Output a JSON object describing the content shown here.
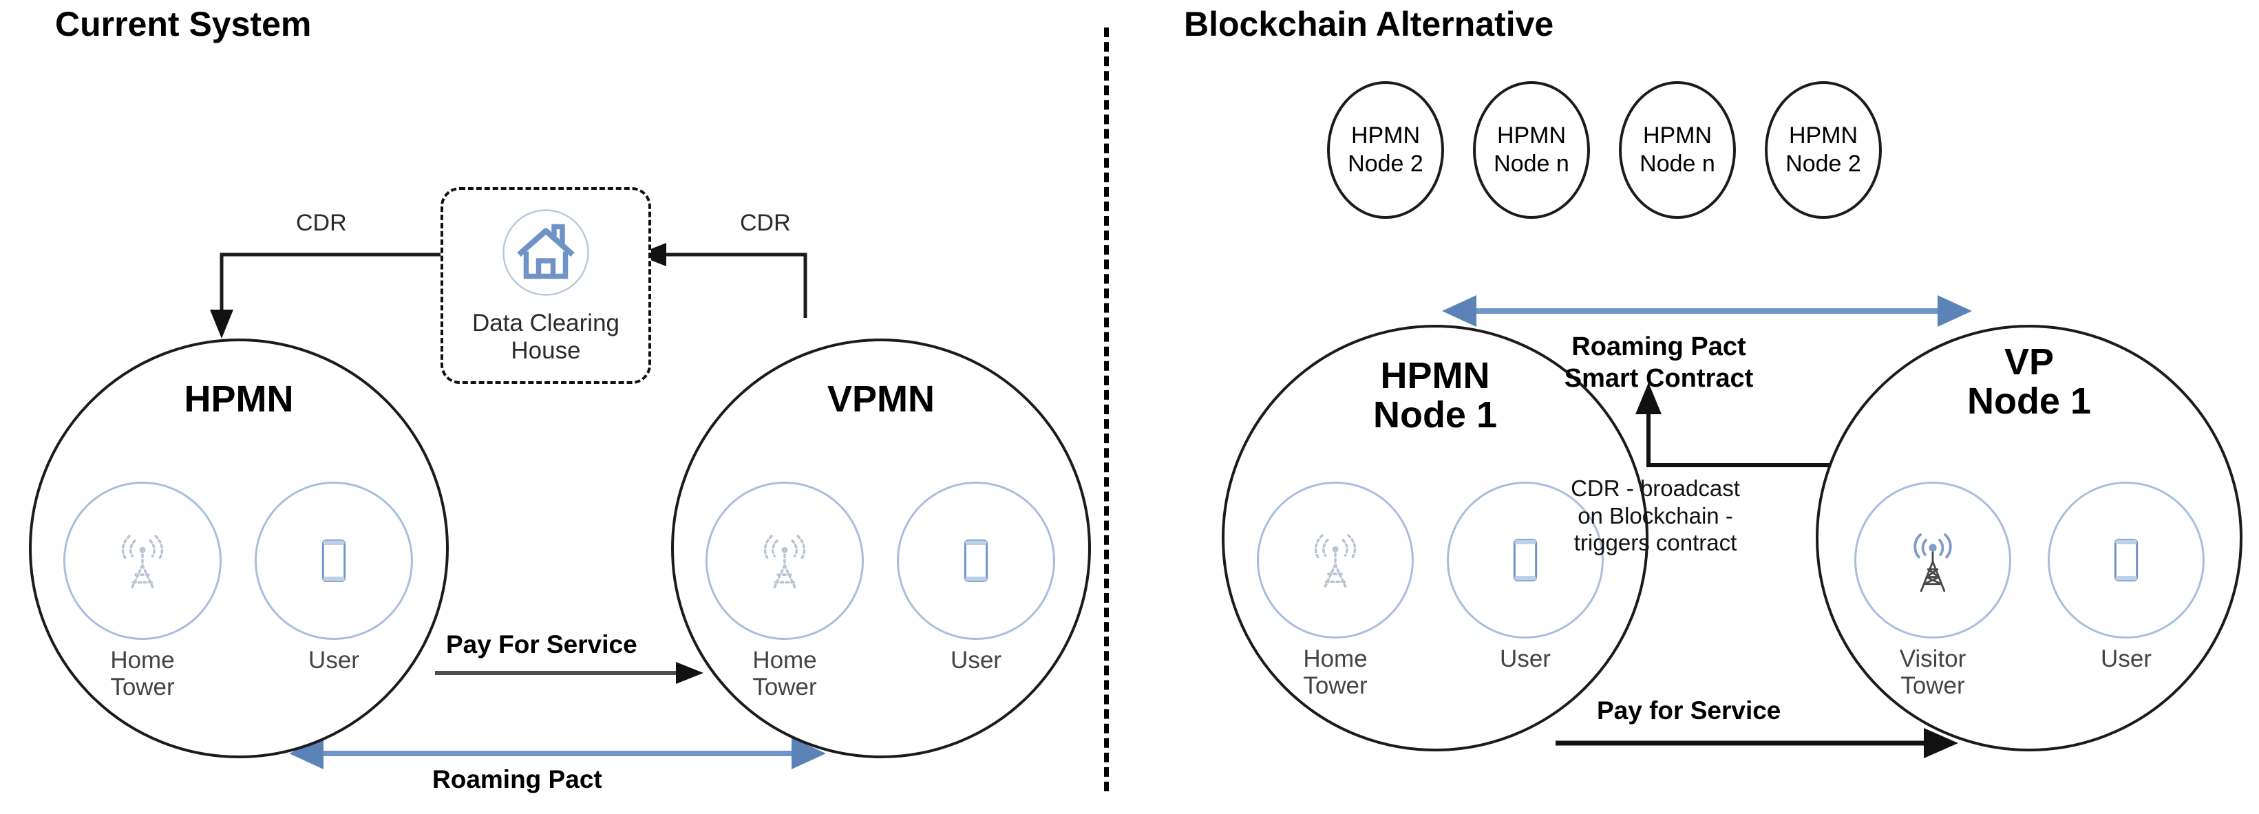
{
  "panels": {
    "left": {
      "title": "Current System"
    },
    "right": {
      "title": "Blockchain Alternative"
    }
  },
  "colors": {
    "stroke_black": "#1b1b1b",
    "accent_blue": "#6f96ca",
    "sub_circle_blue": "#a9bede",
    "icon_blue": "#7093c7",
    "text_gray": "#444444"
  },
  "current_system": {
    "clearing_house": {
      "label": "Data Clearing\nHouse",
      "icon": "house-icon"
    },
    "cdr_left_label": "CDR",
    "cdr_right_label": "CDR",
    "hpmn": {
      "title": "HPMN",
      "tower": {
        "label": "Home\nTower",
        "icon": "radio-tower-icon"
      },
      "user": {
        "label": "User",
        "icon": "smartphone-icon"
      }
    },
    "vpmn": {
      "title": "VPMN",
      "tower": {
        "label": "Home\nTower",
        "icon": "radio-tower-icon"
      },
      "user": {
        "label": "User",
        "icon": "smartphone-icon"
      }
    },
    "pay_for_service_label": "Pay For Service",
    "roaming_pact_label": "Roaming Pact"
  },
  "blockchain_alternative": {
    "nodes": [
      {
        "label": "HPMN\nNode 2"
      },
      {
        "label": "HPMN\nNode n"
      },
      {
        "label": "HPMN\nNode n"
      },
      {
        "label": "HPMN\nNode 2"
      }
    ],
    "hpmn_node1": {
      "title": "HPMN\nNode 1",
      "tower": {
        "label": "Home\nTower",
        "icon": "radio-tower-icon"
      },
      "user": {
        "label": "User",
        "icon": "smartphone-icon"
      }
    },
    "vp_node1": {
      "title": "VP\nNode 1",
      "tower": {
        "label": "Visitor\nTower",
        "icon": "radio-tower-solid-icon"
      },
      "user": {
        "label": "User",
        "icon": "smartphone-icon"
      }
    },
    "roaming_pact_contract_label": "Roaming Pact\nSmart Contract",
    "cdr_broadcast_label": "CDR - broadcast\non Blockchain -\ntriggers contract",
    "pay_for_service_label": "Pay for Service"
  }
}
